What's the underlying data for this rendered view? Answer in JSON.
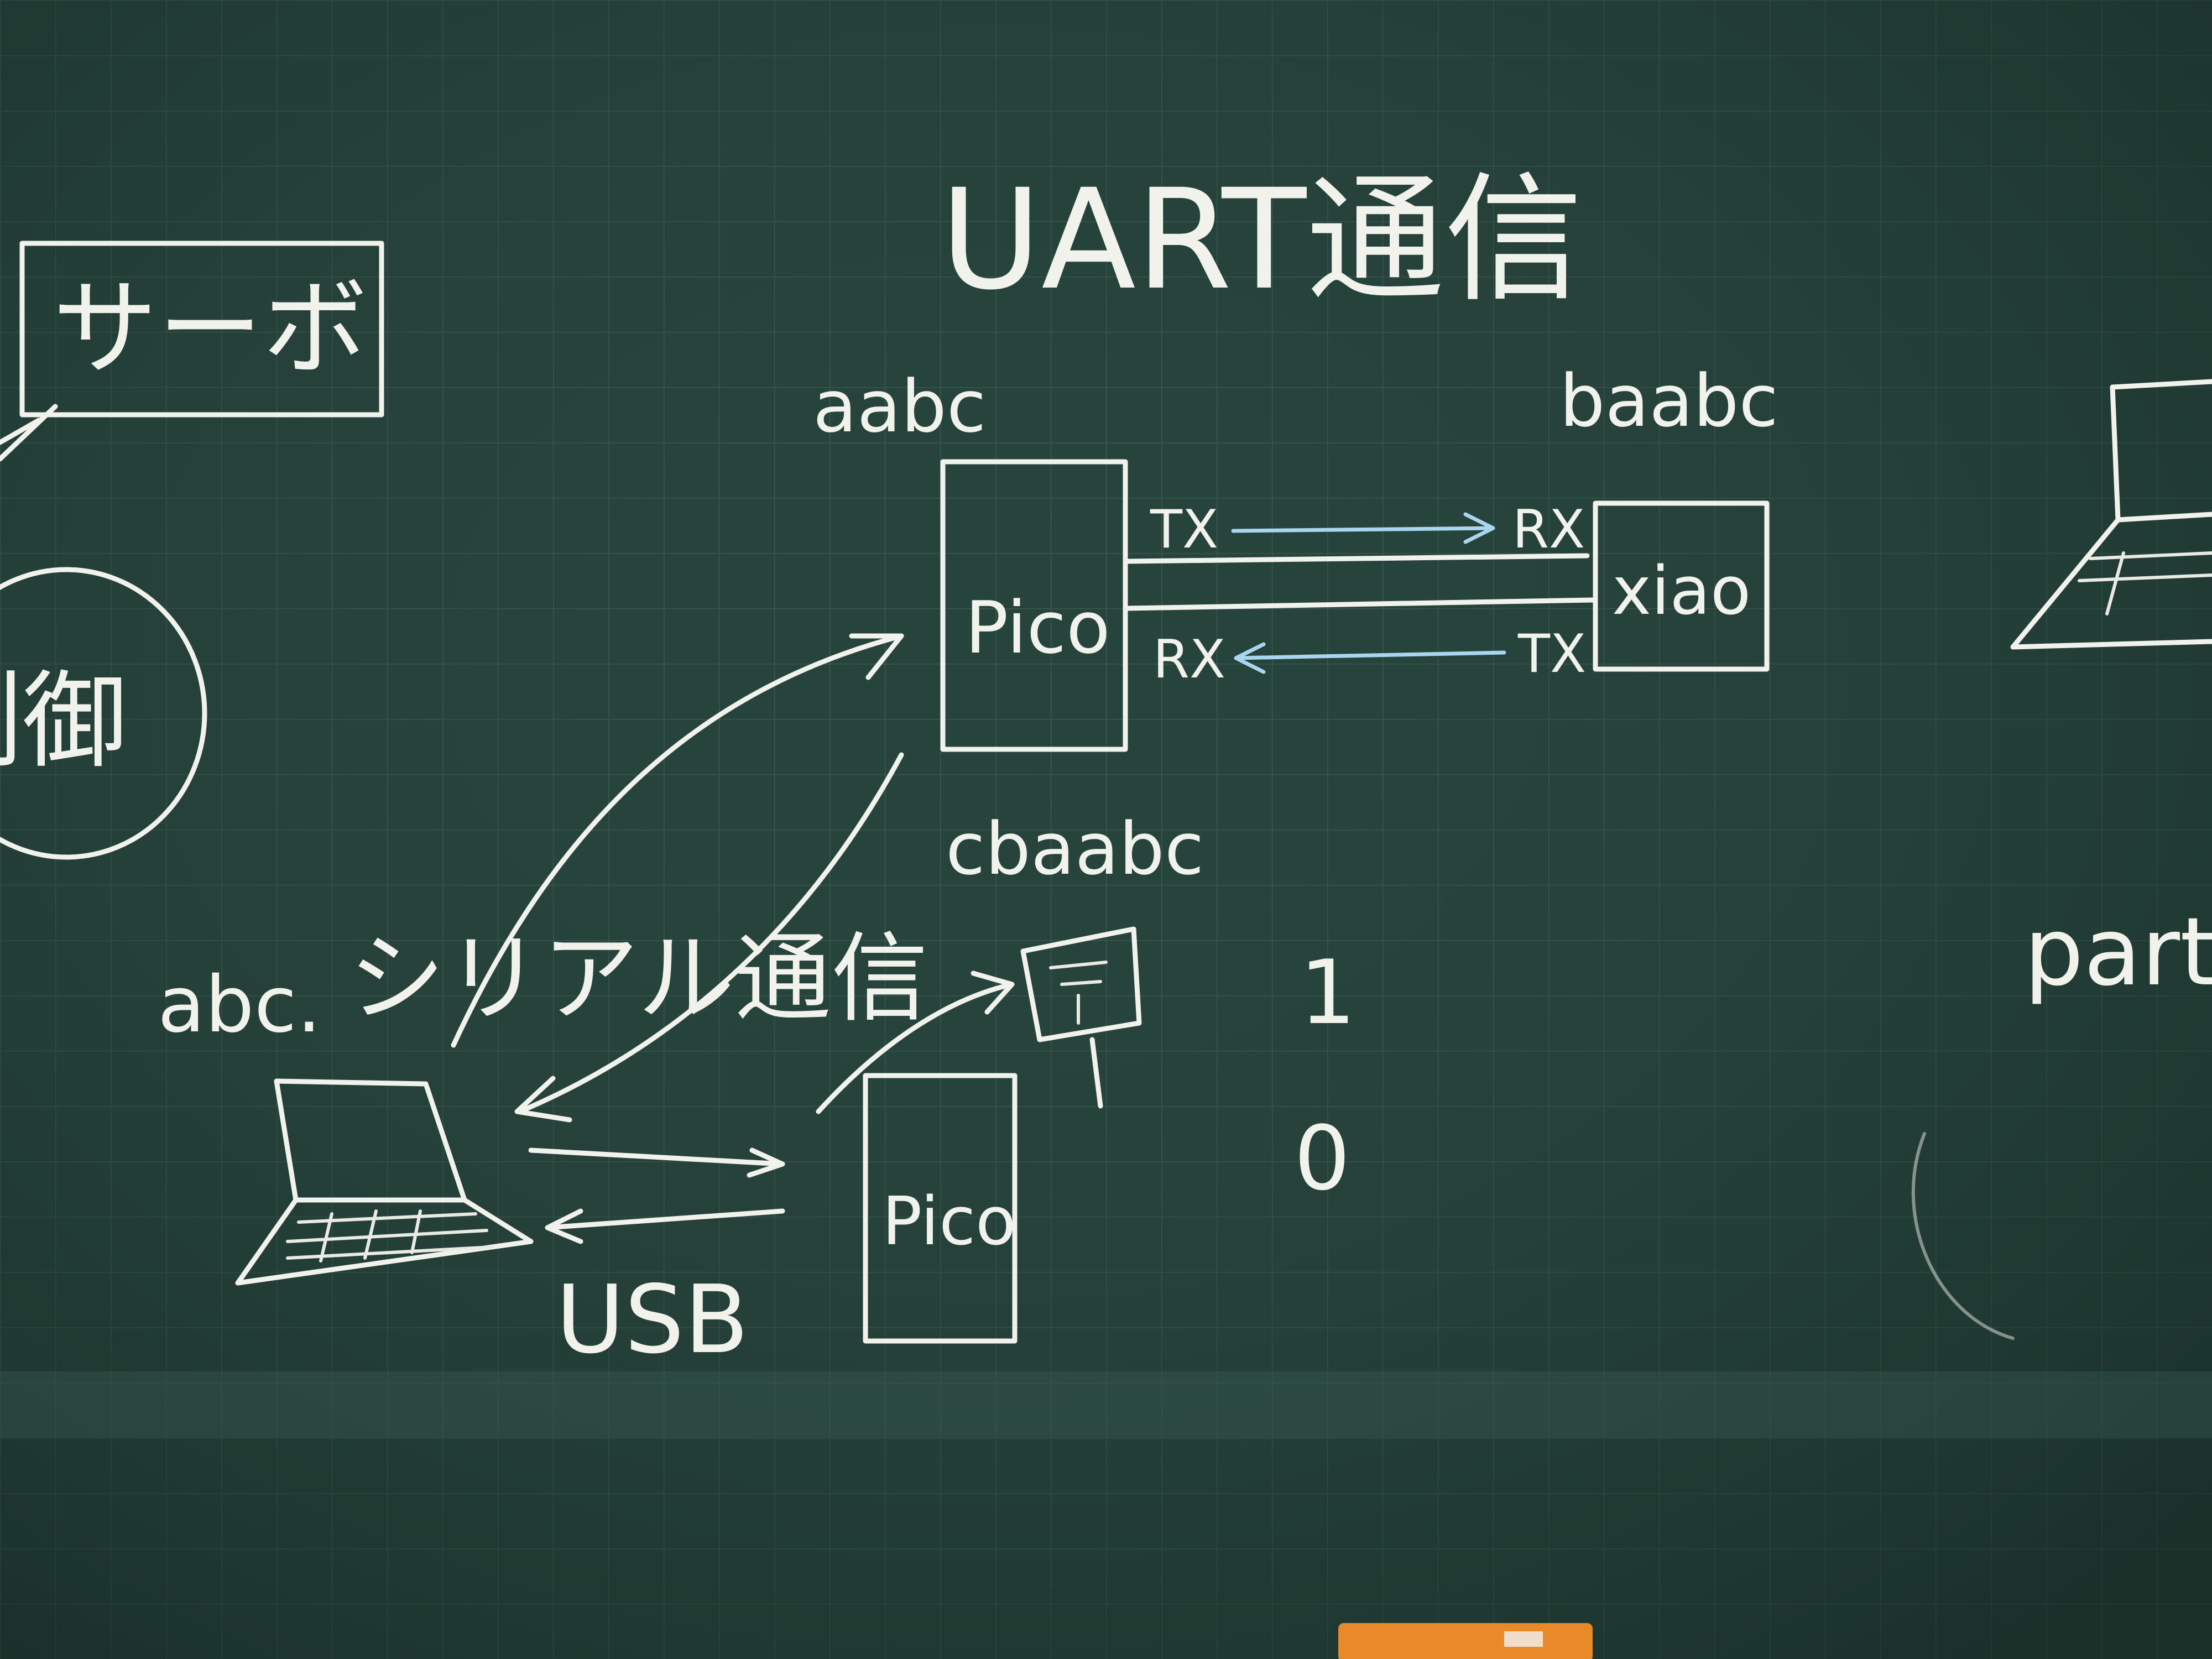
{
  "board": {
    "title": "UART通信",
    "servo_label": "サーボ",
    "control_label": "制御",
    "serial_label": "シリアル通信",
    "usb_label": "USB",
    "pico_top_label": "Pico",
    "pico_bottom_label": "Pico",
    "xiao_label": "xiao",
    "tx_pico": "TX",
    "rx_pico": "RX",
    "rx_xiao": "RX",
    "tx_xiao": "TX",
    "pico_top_buffer": "aabc",
    "xiao_buffer": "baabc",
    "pico_bottom_buffer": "cbaabc",
    "pc_buffer": "abc.",
    "bit_one": "1",
    "bit_zero": "0",
    "right_partial": "part"
  },
  "colors": {
    "board": "#27443c",
    "chalk": "#f2f2ec",
    "chalk_blue": "#a9d6ee",
    "eraser": "#e88a2a"
  }
}
